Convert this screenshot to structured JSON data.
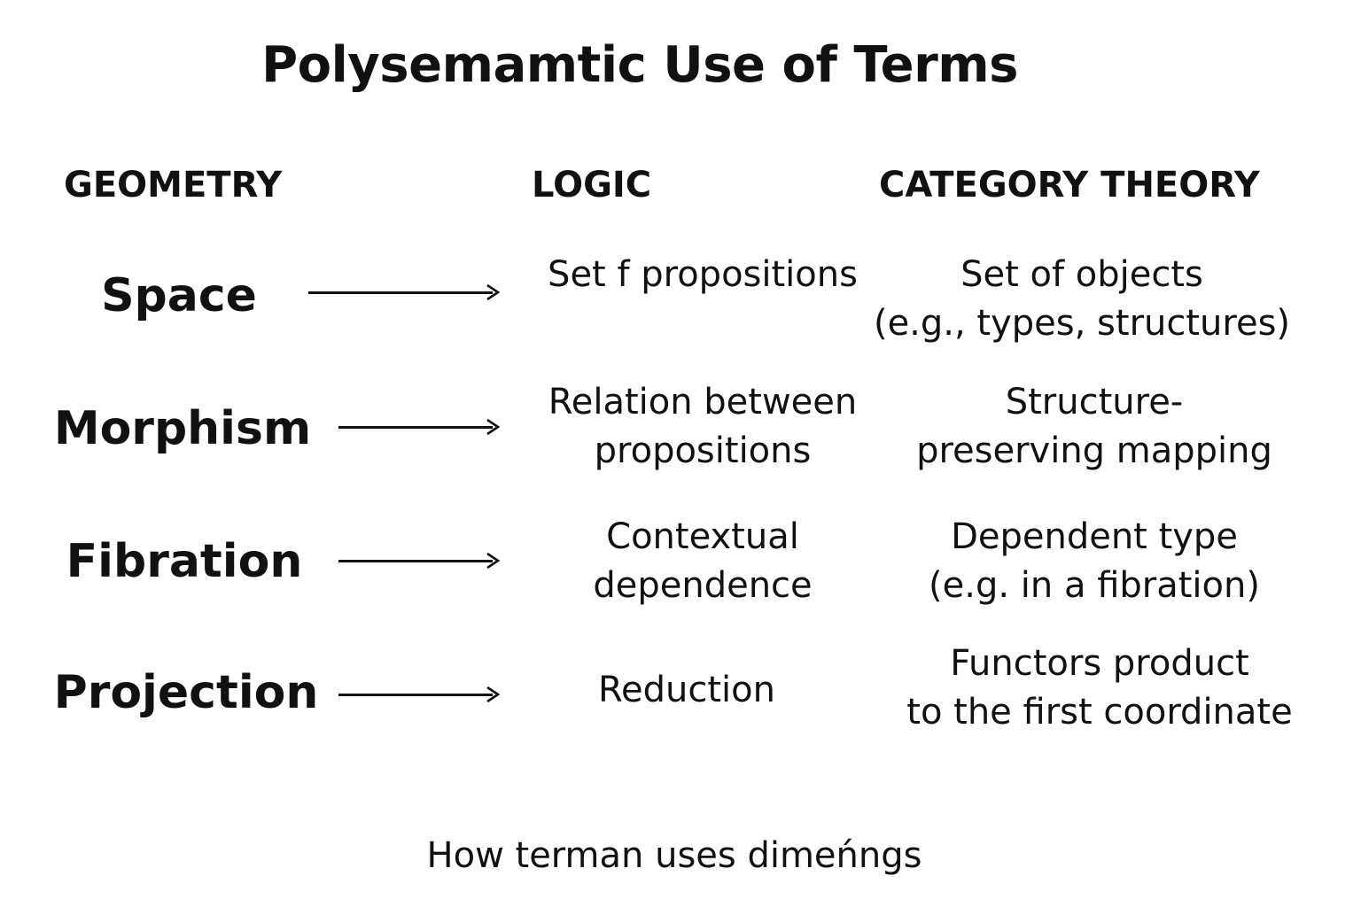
{
  "title": "Polysemamtic Use of Terms",
  "columns": {
    "geometry": "GEOMETRY",
    "logic": "LOGIC",
    "category_theory": "CATEGORY THEORY"
  },
  "rows": [
    {
      "term": "Space",
      "logic": [
        "Set  f propositions"
      ],
      "category_theory": [
        "Set of objects",
        "(e.g., types, structures)"
      ]
    },
    {
      "term": "Morphism",
      "logic": [
        "Relation between",
        "propositions"
      ],
      "category_theory": [
        "Structure-",
        "preserving mapping"
      ]
    },
    {
      "term": "Fibration",
      "logic": [
        "Contextual",
        "dependence"
      ],
      "category_theory": [
        "Dependent type",
        "(e.g. in a fibration)"
      ]
    },
    {
      "term": "Projection",
      "logic": [
        "Reduction"
      ],
      "category_theory": [
        "Functors product",
        "to the first coordinate"
      ]
    }
  ],
  "caption": "How terman uses dimeńngs",
  "icons": {
    "row_connector": "right-arrow-icon"
  },
  "colors": {
    "text": "#111111",
    "background": "#ffffff"
  }
}
